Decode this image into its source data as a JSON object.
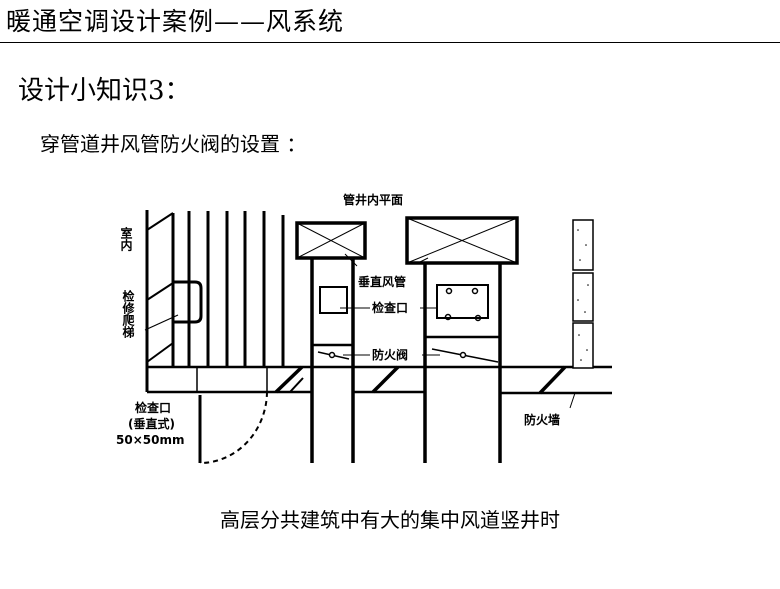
{
  "header": {
    "title": "暖通空调设计案例——风系统"
  },
  "subtitle": "设计小知识3：",
  "intro": "穿管道井风管防火阀的设置 ：",
  "diagram": {
    "plan_label": "管井内平面",
    "indoor": "室内",
    "ladder": "检修爬梯",
    "vertical_duct": "垂直风管",
    "access_port": "检查口",
    "fire_damper": "防火阀",
    "fire_wall": "防火墙",
    "left_port_line1": "检查口",
    "left_port_line2": "(垂直式)",
    "left_port_size": "50×50mm"
  },
  "caption": "高层分共建筑中有大的集中风道竖井时"
}
